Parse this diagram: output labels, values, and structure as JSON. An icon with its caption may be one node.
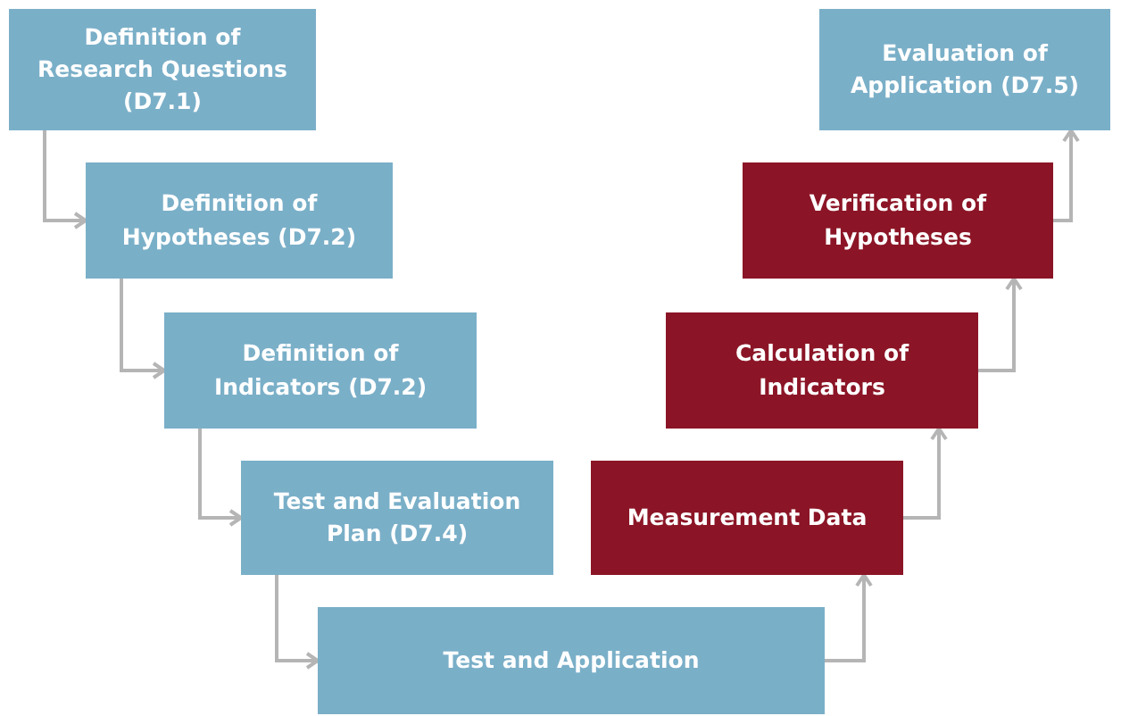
{
  "diagram": {
    "nodes": [
      {
        "text": [
          "Definition of Research Questions (D7.1)"
        ]
      },
      {
        "text": [
          "Definition of Hypotheses (D7.2)"
        ]
      },
      {
        "text": [
          "Definition of Indicators (D7.2)"
        ]
      },
      {
        "text": [
          "Test and Evaluation Plan (D7.4)"
        ]
      },
      {
        "text": [
          "Test and Application"
        ]
      },
      {
        "text": [
          "Measurement Data"
        ]
      },
      {
        "text": [
          "Calculation of Indicators"
        ]
      },
      {
        "text": [
          "Verification of Hypotheses"
        ]
      },
      {
        "text": [
          "Evaluation of Application (D7.5)"
        ]
      }
    ],
    "edges": [
      {
        "from": 0,
        "to": 1,
        "arrow": "to"
      },
      {
        "from": 1,
        "to": 2,
        "arrow": "to"
      },
      {
        "from": 2,
        "to": 3,
        "arrow": "to"
      },
      {
        "from": 3,
        "to": 4,
        "arrow": "to"
      },
      {
        "from": 4,
        "to": 5,
        "arrow": "to"
      },
      {
        "from": 5,
        "to": 6,
        "arrow": "to"
      },
      {
        "from": 6,
        "to": 7,
        "arrow": "to"
      },
      {
        "from": 7,
        "to": 8,
        "arrow": "to"
      }
    ]
  }
}
